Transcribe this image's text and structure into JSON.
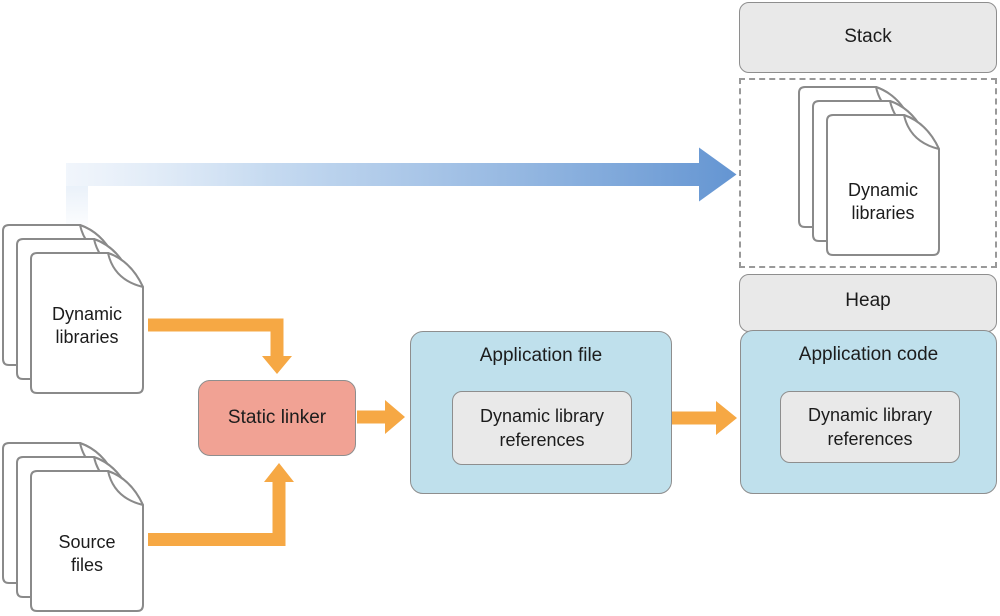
{
  "diagram": {
    "left_column": {
      "dynamic_libraries_label": "Dynamic libraries",
      "source_files_label": "Source files"
    },
    "pipeline": {
      "static_linker_label": "Static linker",
      "application_file_title": "Application file",
      "application_file_inner_label": "Dynamic library references"
    },
    "memory_regions": {
      "stack_label": "Stack",
      "loaded_dynamic_libraries_label": "Dynamic libraries",
      "heap_label": "Heap",
      "application_code_title": "Application code",
      "application_code_inner_label": "Dynamic library references"
    },
    "icons": {
      "left_stack": "document-stack-icon",
      "source_stack": "document-stack-icon",
      "loaded_stack": "document-stack-icon"
    },
    "colors": {
      "orange_arrow": "#F6A844",
      "blue_arrow": "#6495D2",
      "static_linker_fill": "#F1A294",
      "application_box_fill": "#BFE0EC",
      "gray_fill": "#E9E9E9",
      "box_border": "#8E8E8E",
      "dashed_border": "#999999",
      "text": "#1C1C1C"
    }
  }
}
